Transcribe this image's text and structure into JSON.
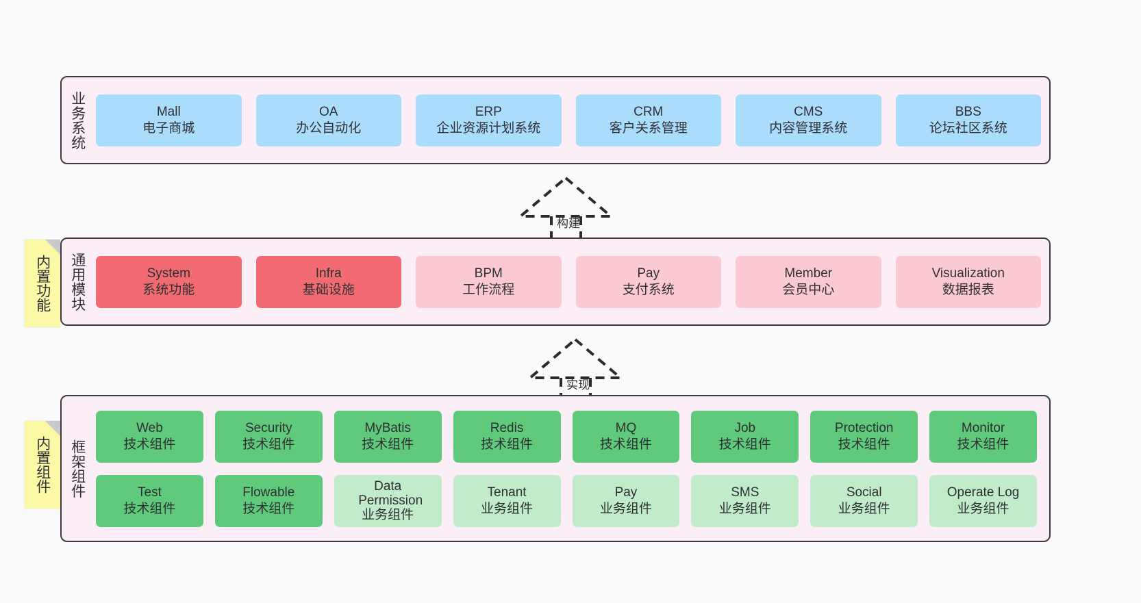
{
  "page": {
    "background": "#fafafa",
    "title": "系统架构图"
  },
  "colors": {
    "layer_bg": "#fbeef6",
    "layer_border": "#3c3b42",
    "business_card": "#aadcfb",
    "module_strong": "#f26b72",
    "module_soft": "#fbc9d2",
    "tech_component": "#5fca7c",
    "biz_component": "#c2ebc9",
    "note_bg": "#fbf8a6",
    "note_fold": "#c9c9c9"
  },
  "layers": [
    {
      "id": "business-system",
      "label": "业务系统",
      "note": null,
      "rows": [
        {
          "id": "business-row",
          "cards": [
            {
              "name": "mall",
              "title": "Mall",
              "subtitle": "电子商城",
              "style": "c-blue"
            },
            {
              "name": "oa",
              "title": "OA",
              "subtitle": "办公自动化",
              "style": "c-blue"
            },
            {
              "name": "erp",
              "title": "ERP",
              "subtitle": "企业资源计划系统",
              "style": "c-blue"
            },
            {
              "name": "crm",
              "title": "CRM",
              "subtitle": "客户关系管理",
              "style": "c-blue"
            },
            {
              "name": "cms",
              "title": "CMS",
              "subtitle": "内容管理系统",
              "style": "c-blue"
            },
            {
              "name": "bbs",
              "title": "BBS",
              "subtitle": "论坛社区系统",
              "style": "c-blue"
            }
          ]
        }
      ]
    },
    {
      "id": "common-module",
      "label": "通用模块",
      "note": "内置功能",
      "rows": [
        {
          "id": "module-row",
          "cards": [
            {
              "name": "system",
              "title": "System",
              "subtitle": "系统功能",
              "style": "c-red"
            },
            {
              "name": "infra",
              "title": "Infra",
              "subtitle": "基础设施",
              "style": "c-red"
            },
            {
              "name": "bpm",
              "title": "BPM",
              "subtitle": "工作流程",
              "style": "c-pink"
            },
            {
              "name": "pay",
              "title": "Pay",
              "subtitle": "支付系统",
              "style": "c-pink"
            },
            {
              "name": "member",
              "title": "Member",
              "subtitle": "会员中心",
              "style": "c-pink"
            },
            {
              "name": "visualization",
              "title": "Visualization",
              "subtitle": "数据报表",
              "style": "c-pink"
            }
          ]
        }
      ]
    },
    {
      "id": "framework-component",
      "label": "框架组件",
      "note": "内置组件",
      "rows": [
        {
          "id": "tech-row",
          "cards": [
            {
              "name": "web",
              "title": "Web",
              "subtitle": "技术组件",
              "style": "c-green"
            },
            {
              "name": "security",
              "title": "Security",
              "subtitle": "技术组件",
              "style": "c-green"
            },
            {
              "name": "mybatis",
              "title": "MyBatis",
              "subtitle": "技术组件",
              "style": "c-green"
            },
            {
              "name": "redis",
              "title": "Redis",
              "subtitle": "技术组件",
              "style": "c-green"
            },
            {
              "name": "mq",
              "title": "MQ",
              "subtitle": "技术组件",
              "style": "c-green"
            },
            {
              "name": "job",
              "title": "Job",
              "subtitle": "技术组件",
              "style": "c-green"
            },
            {
              "name": "protection",
              "title": "Protection",
              "subtitle": "技术组件",
              "style": "c-green"
            },
            {
              "name": "monitor",
              "title": "Monitor",
              "subtitle": "技术组件",
              "style": "c-green"
            }
          ]
        },
        {
          "id": "biz-row",
          "cards": [
            {
              "name": "test",
              "title": "Test",
              "subtitle": "技术组件",
              "style": "c-green"
            },
            {
              "name": "flowable",
              "title": "Flowable",
              "subtitle": "技术组件",
              "style": "c-green"
            },
            {
              "name": "data-permission",
              "title": "Data Permission",
              "subtitle": "业务组件",
              "style": "c-lightgreen"
            },
            {
              "name": "tenant",
              "title": "Tenant",
              "subtitle": "业务组件",
              "style": "c-lightgreen"
            },
            {
              "name": "pay-biz",
              "title": "Pay",
              "subtitle": "业务组件",
              "style": "c-lightgreen"
            },
            {
              "name": "sms",
              "title": "SMS",
              "subtitle": "业务组件",
              "style": "c-lightgreen"
            },
            {
              "name": "social",
              "title": "Social",
              "subtitle": "业务组件",
              "style": "c-lightgreen"
            },
            {
              "name": "operate-log",
              "title": "Operate Log",
              "subtitle": "业务组件",
              "style": "c-lightgreen"
            }
          ]
        }
      ]
    }
  ],
  "connectors": [
    {
      "id": "build",
      "label": "构建",
      "from": "common-module",
      "to": "business-system"
    },
    {
      "id": "implement",
      "label": "实现",
      "from": "framework-component",
      "to": "common-module"
    }
  ]
}
